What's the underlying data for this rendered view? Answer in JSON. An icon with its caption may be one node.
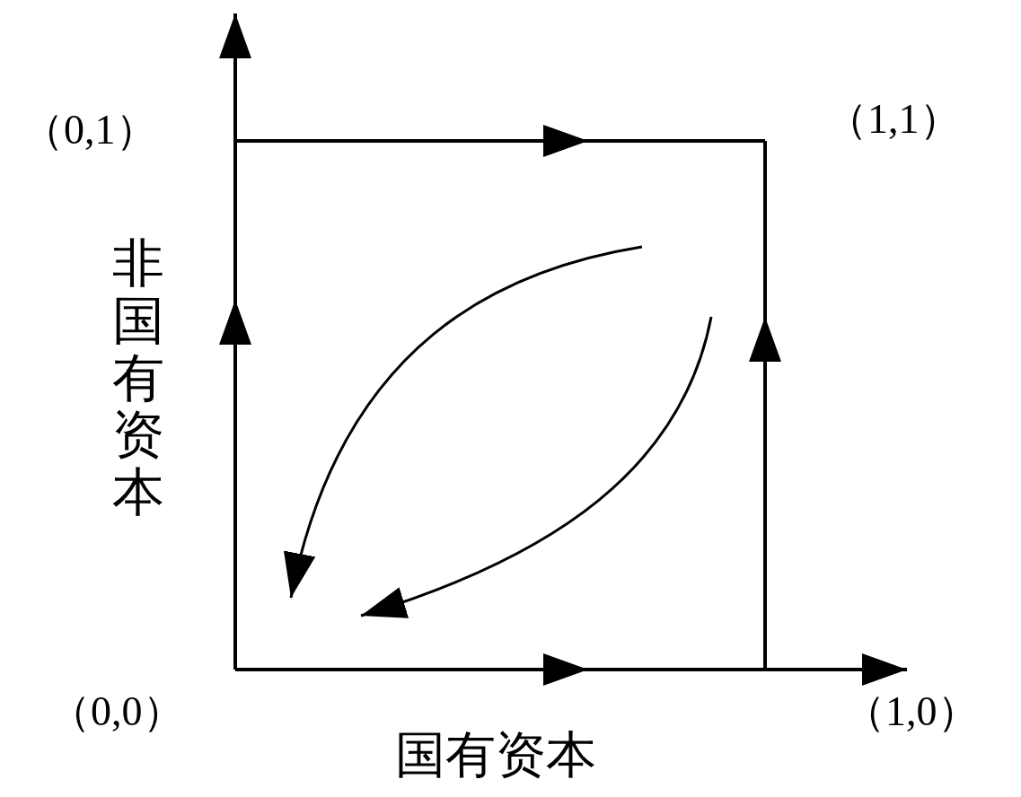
{
  "diagram": {
    "labels": [
      "（0,1）",
      "（1,1）",
      "非国有资本",
      "（0,0）",
      "（1,0）",
      "国有资本"
    ]
  }
}
